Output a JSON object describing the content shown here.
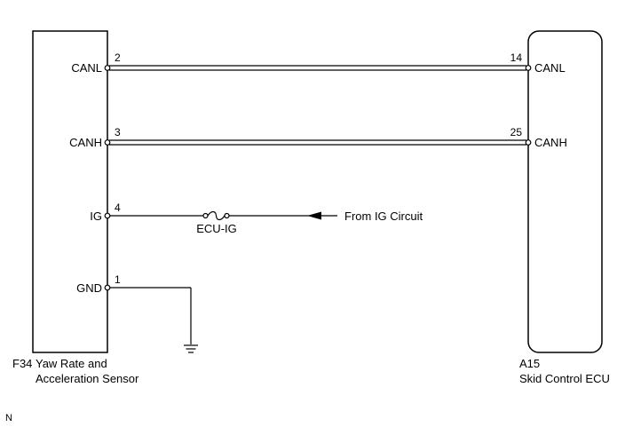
{
  "left_component": {
    "code": "F34",
    "name_line1": "Yaw Rate and",
    "name_line2": "Acceleration Sensor"
  },
  "right_component": {
    "code": "A15",
    "name": "Skid Control ECU"
  },
  "pins": {
    "canl_left_label": "CANL",
    "canl_left_num": "2",
    "canl_right_label": "CANL",
    "canl_right_num": "14",
    "canh_left_label": "CANH",
    "canh_left_num": "3",
    "canh_right_label": "CANH",
    "canh_right_num": "25",
    "ig_label": "IG",
    "ig_num": "4",
    "gnd_label": "GND",
    "gnd_num": "1"
  },
  "fuse": {
    "label": "ECU-IG"
  },
  "source": {
    "label": "From IG Circuit"
  },
  "footer": {
    "code": "N"
  }
}
